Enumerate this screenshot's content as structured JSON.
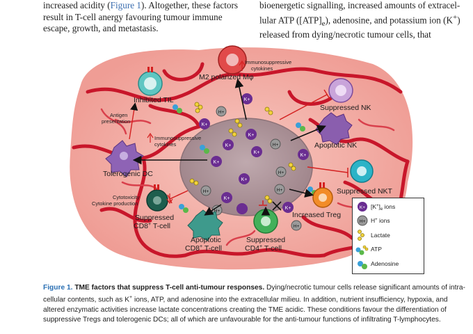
{
  "body_text": {
    "left_lines": [
      "increased acidity (",
      "Figure 1",
      "). Altogether, these factors",
      "result in T-cell anergy favouring tumour immune",
      "escape, growth, and metastasis."
    ],
    "right_lines": [
      "bioenergetic signalling, increased amounts of extracel-",
      "lular ATP ([ATP]",
      "e",
      "), adenosine, and potassium ion (K",
      "+",
      ")",
      "released   from   dying/necrotic   tumour   cells,   that"
    ]
  },
  "figure": {
    "labels": {
      "m2": "M2 polarized Mφ",
      "immunosuppressive_top": "Immunosuppressive",
      "cytokines_top": "cytokines",
      "inhibited_til": "Inhibited TIL",
      "antigen": "Antigen",
      "presentation": "presentation",
      "immunosuppressive_mid": "Immunosuppressive",
      "cytokines_mid": "cytokines",
      "tolerogenic_dc": "Tolerogenic DC",
      "suppressed_nk": "Suppressed NK",
      "apoptotic_nk": "Apoptotic NK",
      "suppressed_nkt": "Suppressed NKT",
      "increased_treg": "Increased Treg",
      "cytotoxicity": "Cytotoxicity",
      "cytokine_production": "Cytokine production",
      "suppressed_cd8_1": "Suppressed",
      "suppressed_cd8_2": "CD8",
      "apoptotic_cd8_1": "Apoptotic",
      "apoptotic_cd8_2": "CD8",
      "suppressed_cd4_1": "Suppressed",
      "suppressed_cd4_2": "CD4",
      "t_cell": "T-cell",
      "plus": "+",
      "k_plus": "K+",
      "h_plus": "H+"
    },
    "legend": {
      "k_ions": "[K",
      "k_ions_sup": "+",
      "k_ions_rest": "]",
      "k_ions_sub": "e",
      "k_ions_tail": " ions",
      "h_ions": "H",
      "h_ions_sup": "+",
      "h_ions_tail": " ions",
      "lactate": "Lactate",
      "atp": "ATP",
      "adenosine": "Adenosine"
    },
    "colors": {
      "tissue": "#f2a8a0",
      "vessel": "#c8162a",
      "tumour_core": "#a78e94",
      "k_ion": "#6a2d91",
      "h_ion": "#7d7d7d",
      "arrow": "#111111",
      "inhibit": "#d42020"
    }
  },
  "caption": {
    "label": "Figure 1.",
    "title": "TME factors that suppress T-cell anti-tumour responses.",
    "line1_rest": " Dying/necrotic tumour cells release significant amounts of intra-",
    "line2a": "cellular contents, such as K",
    "line2sup": "+",
    "line2b": " ions, ATP, and adenosine into the extracellular milieu. In addition, nutrient insufficiency, hypoxia, and",
    "line3": "altered enzymatic activities increase lactate concentrations creating the TME acidic. These conditions favour the differentiation of",
    "line4": "suppressive Tregs and tolerogenic DCs; all of which are unfavourable for the anti-tumour functions of infiltrating T-lymphocytes."
  }
}
